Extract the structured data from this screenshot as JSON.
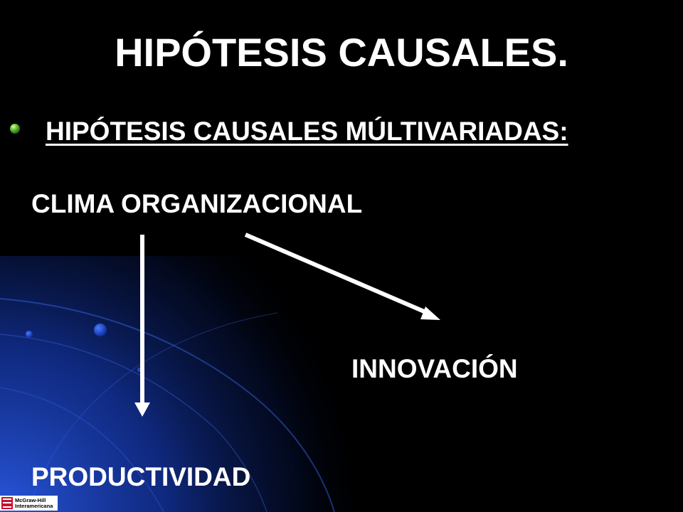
{
  "slide": {
    "title": "HIPÓTESIS CAUSALES.",
    "bullet": "HIPÓTESIS CAUSALES MÚLTIVARIADAS:",
    "bullet_icon": "green-sphere-bullet-icon"
  },
  "diagram": {
    "nodes": {
      "source": "CLIMA ORGANIZACIONAL",
      "target_right": "INNOVACIÓN",
      "target_bottom": "PRODUCTIVIDAD"
    },
    "edges": [
      {
        "from": "CLIMA ORGANIZACIONAL",
        "to": "PRODUCTIVIDAD"
      },
      {
        "from": "CLIMA ORGANIZACIONAL",
        "to": "INNOVACIÓN"
      }
    ]
  },
  "footer": {
    "logo_line1": "McGraw-Hill",
    "logo_line2": "Interamericana"
  },
  "colors": {
    "background": "#000000",
    "text": "#ffffff",
    "arrow": "#ffffff",
    "decor_blue": "#1f4fd1"
  }
}
